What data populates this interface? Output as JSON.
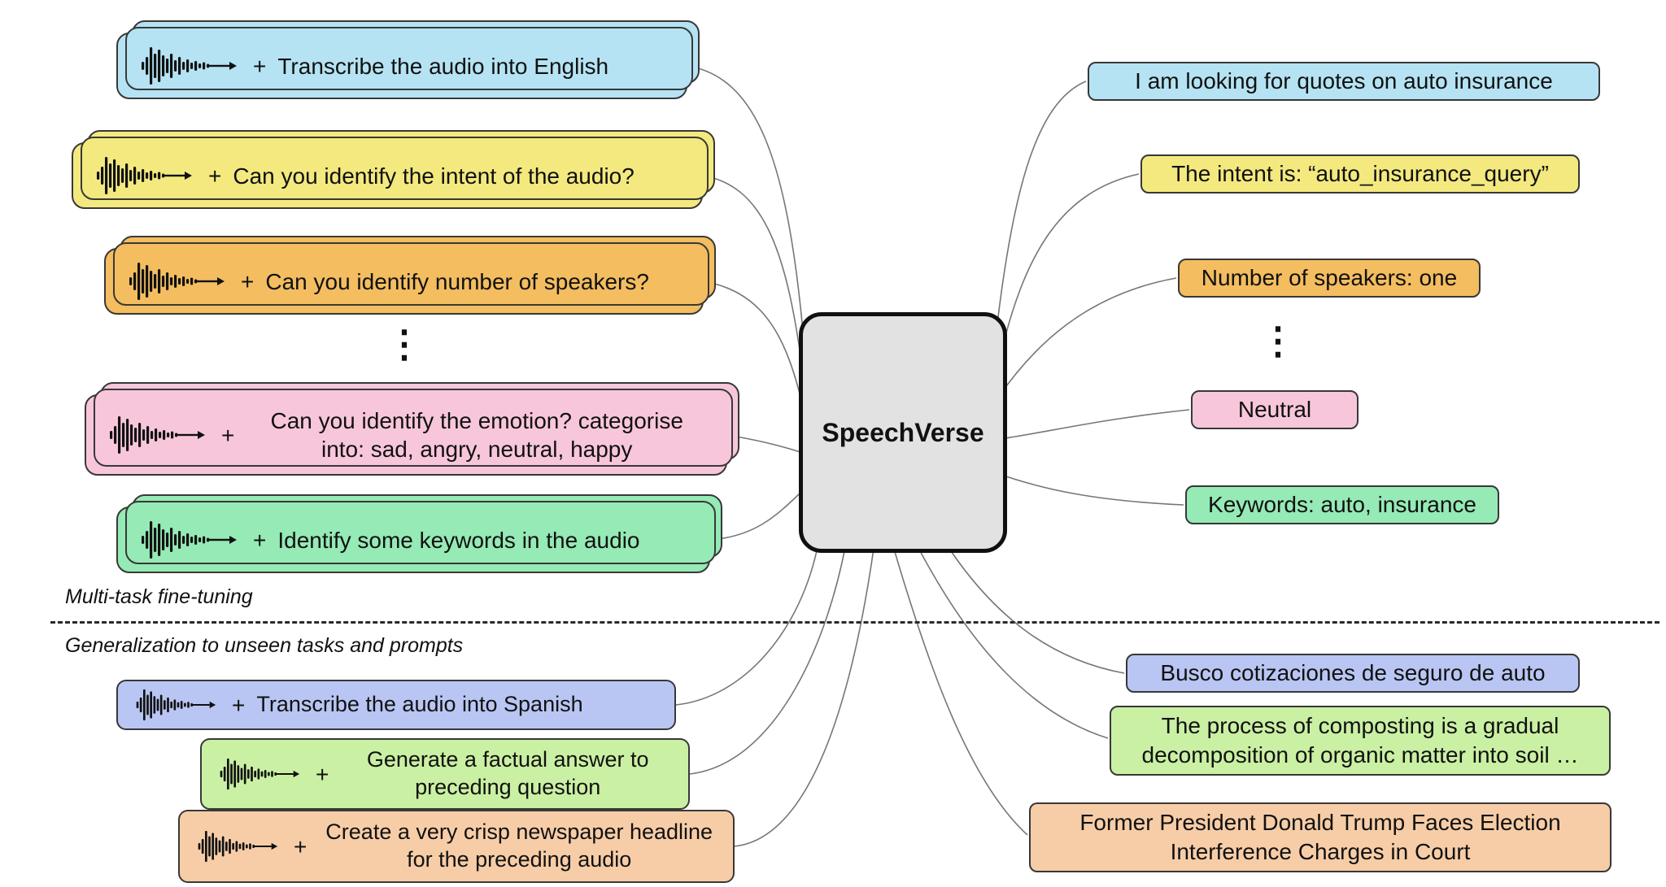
{
  "diagram": {
    "title": "SpeechVerse",
    "plus": "+",
    "ellipsis": "⋮",
    "colors": {
      "center_fill": "#e2e2e2",
      "card_border": "#383838",
      "connector": "#767676"
    },
    "sections": {
      "top_label": "Multi-task fine-tuning",
      "bottom_label": "Generalization to unseen tasks and prompts"
    },
    "icons": {
      "waveform": "audio-waveform-icon"
    },
    "left_cards": [
      {
        "name": "transcribe-english",
        "text": "Transcribe the audio into English",
        "fill": "#b5e3f3"
      },
      {
        "name": "identify-intent",
        "text": "Can you identify the intent of the audio?",
        "fill": "#f3e97f"
      },
      {
        "name": "count-speakers",
        "text": "Can you identify number of speakers?",
        "fill": "#f3bd60"
      },
      {
        "name": "identify-emotion",
        "text": "Can you identify the emotion? categorise into: sad, angry, neutral, happy",
        "fill": "#f8c6db"
      },
      {
        "name": "identify-keywords",
        "text": "Identify some keywords in the audio",
        "fill": "#95eab5"
      },
      {
        "name": "transcribe-spanish",
        "text": "Transcribe the audio into Spanish",
        "fill": "#b9c6f3"
      },
      {
        "name": "factual-answer",
        "text": "Generate a factual answer to preceding question",
        "fill": "#caf0a3"
      },
      {
        "name": "newspaper-headline",
        "text": "Create a very crisp newspaper headline for the preceding audio",
        "fill": "#f7cda7"
      }
    ],
    "right_bubbles": [
      {
        "name": "transcript-english",
        "text": "I am looking for quotes on auto insurance",
        "fill": "#b5e3f3"
      },
      {
        "name": "intent-result",
        "text": "The intent is: “auto_insurance_query”",
        "fill": "#f3e97f"
      },
      {
        "name": "speaker-count-result",
        "text": "Number of speakers: one",
        "fill": "#f3bd60"
      },
      {
        "name": "emotion-result",
        "text": "Neutral",
        "fill": "#f8c6db"
      },
      {
        "name": "keywords-result",
        "text": "Keywords: auto, insurance",
        "fill": "#95eab5"
      },
      {
        "name": "transcript-spanish",
        "text": "Busco cotizaciones de seguro de auto",
        "fill": "#b9c6f3"
      },
      {
        "name": "factual-answer-result",
        "text": "The process of composting is a gradual decomposition of organic matter into soil …",
        "fill": "#caf0a3"
      },
      {
        "name": "headline-result",
        "text": "Former President Donald Trump Faces Election Interference Charges in Court",
        "fill": "#f7cda7"
      }
    ]
  }
}
